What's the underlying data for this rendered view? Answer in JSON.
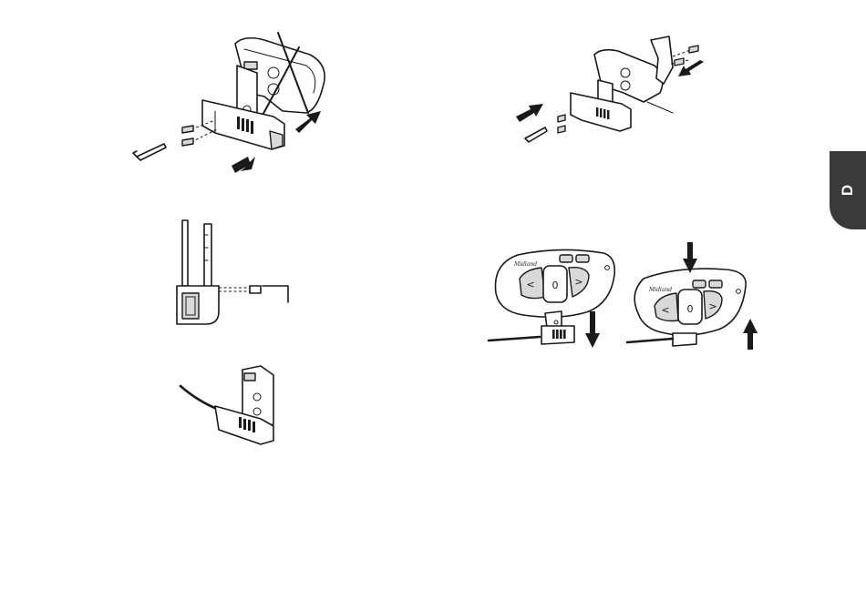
{
  "page": {
    "section_tab_letter": "D"
  },
  "figures": [
    {
      "name": "remove-old-mount-figure"
    },
    {
      "name": "cradle-side-screw-figure"
    },
    {
      "name": "clamp-with-cable-figure"
    },
    {
      "name": "attach-rear-plate-figure"
    },
    {
      "name": "unit-on-cradle-figure",
      "device_labels": {
        "brand": "Midland",
        "left": "<",
        "center": "0",
        "right": ">",
        "minus": "-",
        "plus": "+"
      }
    }
  ],
  "device": {
    "brand": "Midland",
    "left_label": "<",
    "center_label": "0",
    "right_label": ">"
  }
}
